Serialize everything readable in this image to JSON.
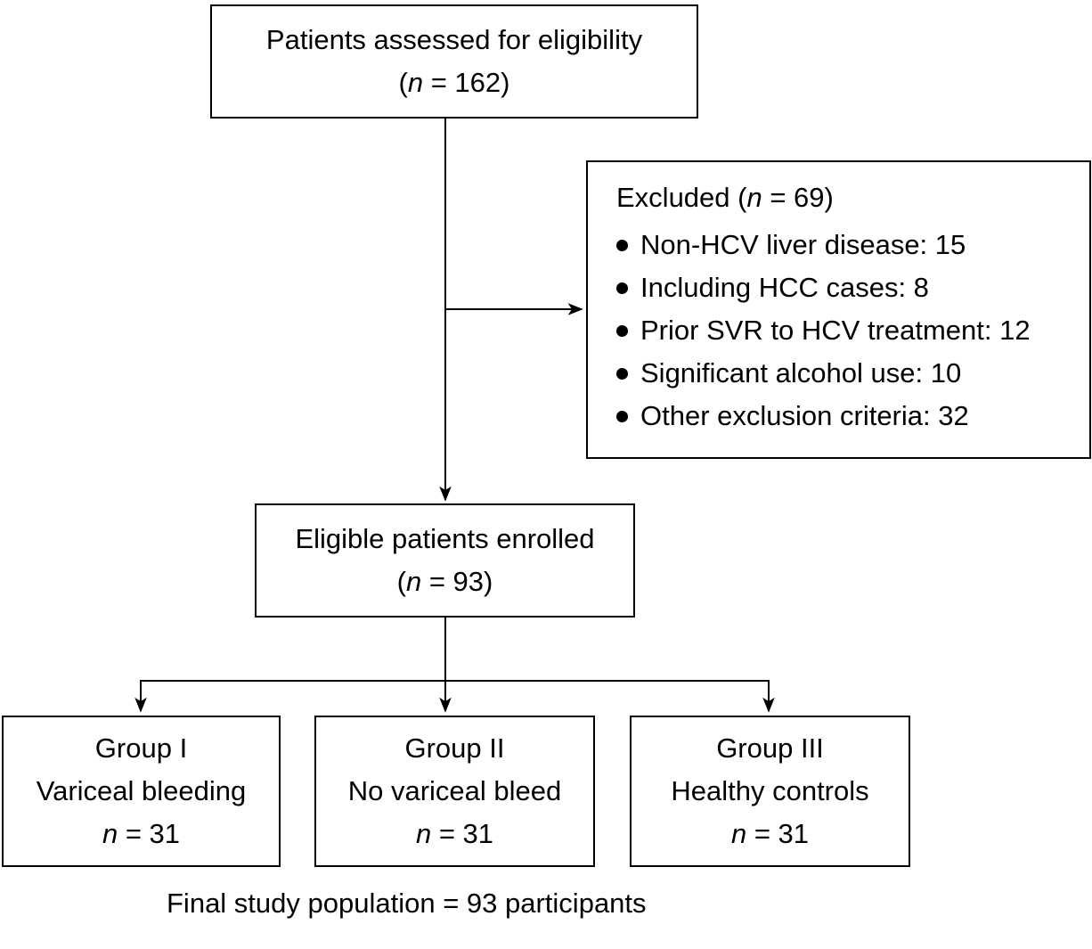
{
  "colors": {
    "line": "#000000",
    "background": "#ffffff",
    "text": "#000000"
  },
  "boxes": {
    "assessed": {
      "title": "Patients assessed for eligibility",
      "n": {
        "pre": "(",
        "var": "n",
        "post": " = 162)"
      }
    },
    "excluded": {
      "heading": {
        "pre": "Excluded (",
        "var": "n",
        "post": " = 69)"
      },
      "items": [
        "Non-HCV liver disease: 15",
        "Including HCC cases: 8",
        "Prior SVR to HCV treatment: 12",
        "Significant alcohol use: 10",
        "Other exclusion criteria: 32"
      ]
    },
    "enrolled": {
      "title": "Eligible patients enrolled",
      "n": {
        "pre": "(",
        "var": "n",
        "post": " = 93)"
      }
    },
    "groups": [
      {
        "name": "Group I",
        "desc": "Variceal bleeding",
        "n": {
          "pre": "",
          "var": "n",
          "post": " = 31"
        }
      },
      {
        "name": "Group II",
        "desc": "No variceal bleed",
        "n": {
          "pre": "",
          "var": "n",
          "post": " = 31"
        }
      },
      {
        "name": "Group III",
        "desc": "Healthy controls",
        "n": {
          "pre": "",
          "var": "n",
          "post": " = 31"
        }
      }
    ]
  },
  "footer": {
    "text": "Final study population = 93 participants"
  }
}
